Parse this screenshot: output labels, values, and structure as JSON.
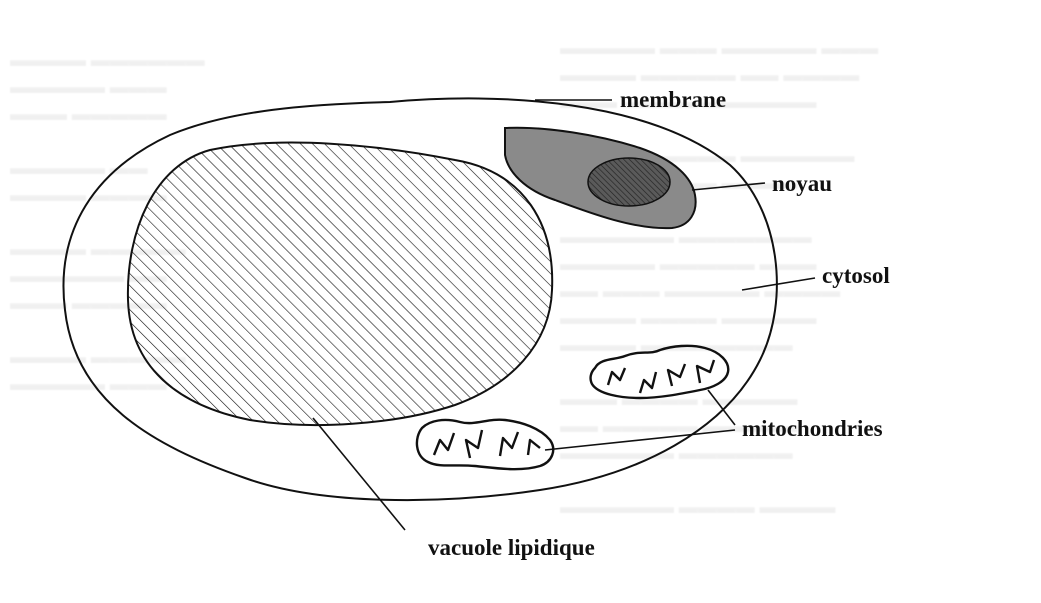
{
  "diagram": {
    "labels": {
      "membrane": "membrane",
      "noyau": "noyau",
      "cytosol": "cytosol",
      "mitochondries": "mitochondries",
      "vacuole": "vacuole lipidique"
    }
  },
  "colors": {
    "paper": "#ffffff",
    "ink": "#111111",
    "nucleus_fill": "#8a8a8a",
    "nucleolus_fill": "#555555",
    "show_through_text": "#000000"
  }
}
